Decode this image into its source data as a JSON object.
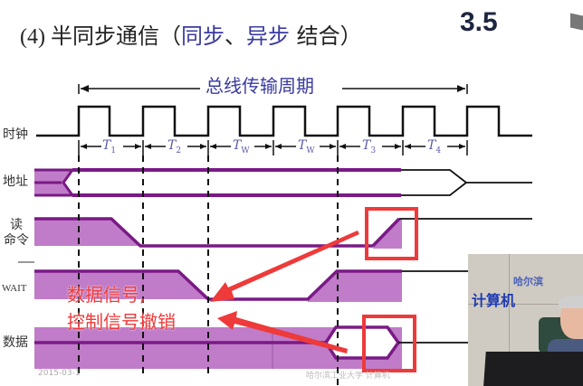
{
  "slide": {
    "title_prefix": "(4) ",
    "title_main": "半同步通信（",
    "title_sync": "同步",
    "title_sep": "、",
    "title_async": "异步",
    "title_suffix": " 结合）",
    "section_number": "3.5",
    "bus_period_label": "总线传输周期",
    "date": "2015-03-1",
    "watermark": "哈尔滨工业大学 计算机"
  },
  "signals": [
    {
      "id": "clock",
      "label": "时钟"
    },
    {
      "id": "address",
      "label": "地址"
    },
    {
      "id": "read_cmd",
      "label_line1": "读",
      "label_line2": "命令"
    },
    {
      "id": "wait",
      "label": "WAIT"
    },
    {
      "id": "data",
      "label": "数据"
    }
  ],
  "periods": [
    {
      "name": "T",
      "sub": "1"
    },
    {
      "name": "T",
      "sub": "2"
    },
    {
      "name": "T",
      "sub": "W"
    },
    {
      "name": "T",
      "sub": "W"
    },
    {
      "name": "T",
      "sub": "3"
    },
    {
      "name": "T",
      "sub": "4"
    }
  ],
  "annotation": {
    "line1": "数据信号,",
    "line2": "控制信号撤销"
  },
  "colors": {
    "signal_purple": "#7a1a86",
    "fill_purple": "#c07cc8",
    "annotation_red": "#ee3a3a",
    "title_blue": "#3a3aa0"
  },
  "video": {
    "banner_top": "哈尔滨",
    "banner_main": "计算机"
  }
}
